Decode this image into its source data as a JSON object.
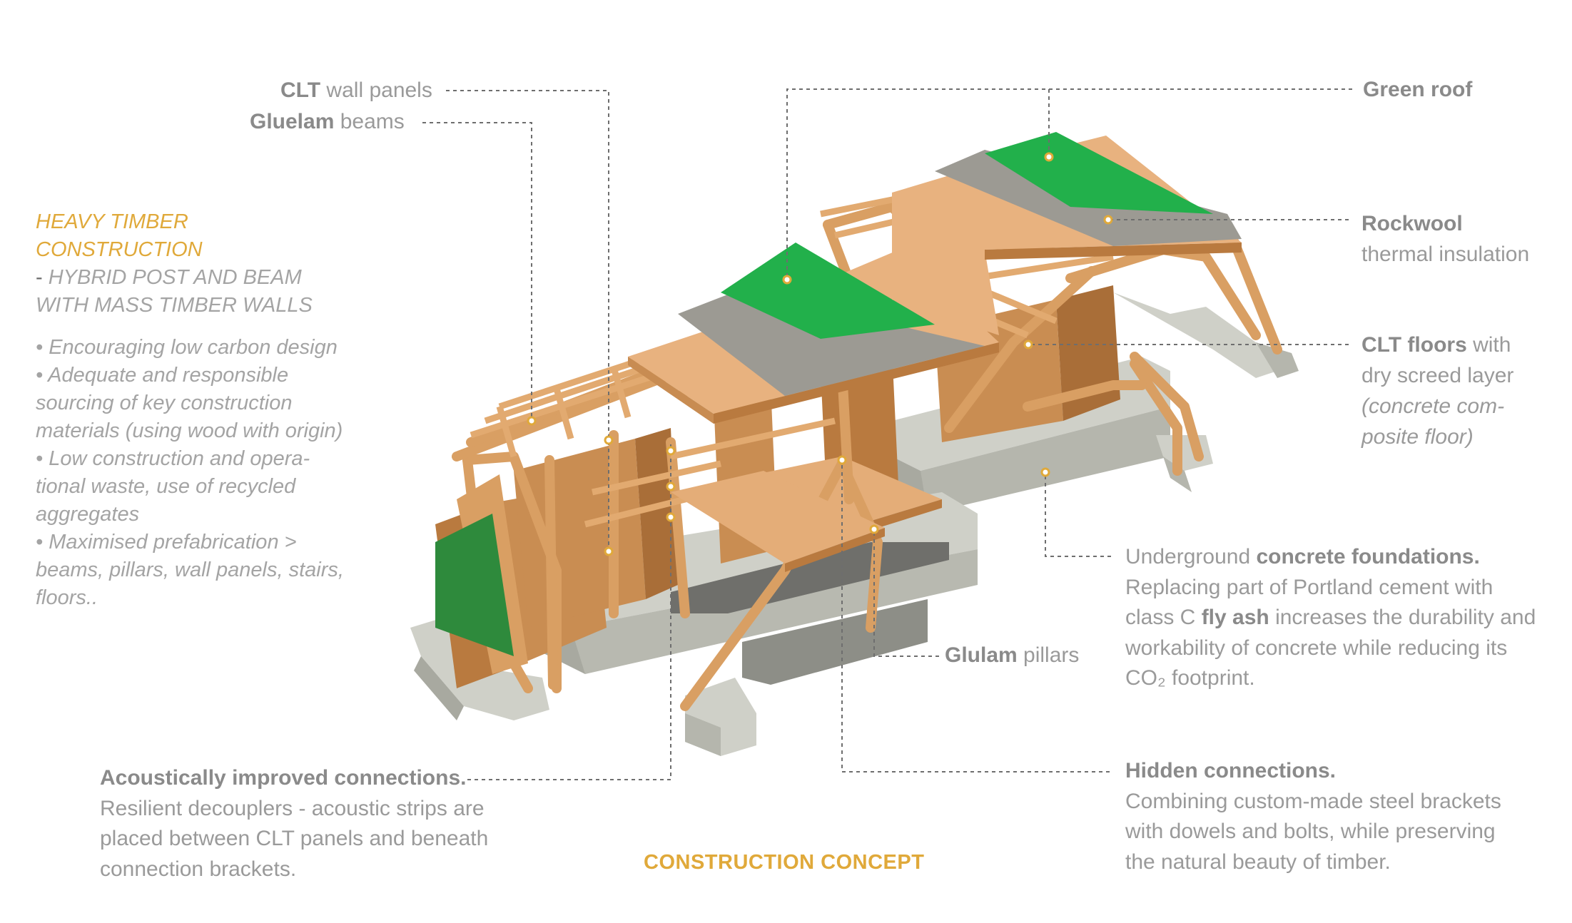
{
  "colors": {
    "timber": "#d99f63",
    "timber_dark": "#b97a3f",
    "timber_light": "#eab787",
    "green_roof": "#22b04b",
    "insulation": "#9c9a93",
    "concrete": "#cfd0c8",
    "concrete_dark": "#b5b6ad",
    "label_gray": "#9a9a9a",
    "accent_orange": "#e0a93a"
  },
  "labels": {
    "clt_wall": {
      "bold": "CLT",
      "text": " wall panels"
    },
    "gluelam_beams": {
      "bold": "Gluelam",
      "text": " beams"
    },
    "green_roof": {
      "bold": "Green roof"
    },
    "rockwool": {
      "bold": "Rockwool",
      "line2": "thermal insulation"
    },
    "clt_floors": {
      "bold": "CLT floors",
      "line1_rest": " with",
      "line2": "dry screed layer",
      "line3": "(concrete com-",
      "line4": "posite floor)"
    },
    "glulam_pillars": {
      "bold": "Glulam",
      "text": " pillars"
    },
    "foundations": {
      "line1_pre": "Underground ",
      "line1_bold": "concrete foundations.",
      "line2": "Replacing part of Portland cement with",
      "line3_pre": "class C ",
      "line3_bold": "fly ash",
      "line3_post": " increases the durability and",
      "line4": "workability of concrete while reducing its",
      "line5": "CO₂ footprint."
    },
    "acoustic": {
      "title": "Acoustically improved connections.",
      "line2": "Resilient decouplers - acoustic strips are",
      "line3": "placed between CLT panels and beneath",
      "line4": "connection brackets."
    },
    "hidden": {
      "title": "Hidden connections.",
      "line2": "Combining custom-made steel brackets",
      "line3": "with dowels and bolts, while preserving",
      "line4": "the natural beauty of timber."
    }
  },
  "heavy_timber": {
    "title": "HEAVY TIMBER CONSTRUCTION",
    "dash": "-",
    "subtitle_1": " HYBRID POST AND BEAM",
    "subtitle_2": "WITH MASS TIMBER WALLS",
    "bullets": [
      "• Encouraging low carbon design",
      "• Adequate and responsible sourcing of key construction materials (using wood with origin)",
      "• Low construction and opera-tional waste, use of recycled aggregates",
      "• Maximised prefabrication > beams, pillars, wall panels, stairs, floors.."
    ]
  },
  "caption": "CONSTRUCTION CONCEPT"
}
